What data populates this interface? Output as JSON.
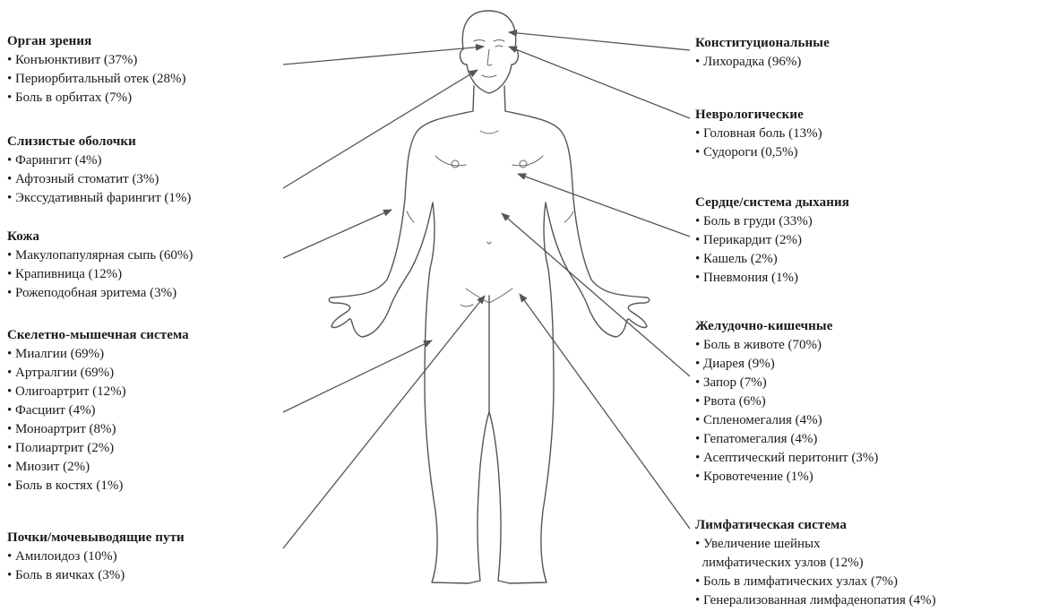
{
  "groups": {
    "eye": {
      "title": "Орган зрения",
      "items": [
        "Конъюнктивит (37%)",
        "Периорбитальный отек (28%)",
        "Боль в орбитах (7%)"
      ]
    },
    "mucosa": {
      "title": "Слизистые оболочки",
      "items": [
        "Фарингит (4%)",
        "Афтозный стоматит (3%)",
        "Экссудативный фарингит (1%)"
      ]
    },
    "skin": {
      "title": "Кожа",
      "items": [
        "Макулопапулярная сыпь (60%)",
        "Крапивница (12%)",
        "Рожеподобная эритема (3%)"
      ]
    },
    "musculo": {
      "title": "Скелетно-мышечная система",
      "items": [
        "Миалгии (69%)",
        "Артралгии (69%)",
        "Олигоартрит (12%)",
        "Фасциит (4%)",
        "Моноартрит (8%)",
        "Полиартрит (2%)",
        "Миозит (2%)",
        "Боль в костях (1%)"
      ]
    },
    "kidney": {
      "title": "Почки/мочевыводящие пути",
      "items": [
        "Амилоидоз (10%)",
        "Боль в яичках (3%)"
      ]
    },
    "constitutional": {
      "title": "Конституциональные",
      "items": [
        "Лихорадка (96%)"
      ]
    },
    "neuro": {
      "title": "Неврологические",
      "items": [
        "Головная боль (13%)",
        "Судороги (0,5%)"
      ]
    },
    "cardio": {
      "title": "Сердце/система дыхания",
      "items": [
        "Боль в груди (33%)",
        "Перикардит (2%)",
        "Кашель (2%)",
        "Пневмония (1%)"
      ]
    },
    "gi": {
      "title": "Желудочно-кишечные",
      "items": [
        "Боль в животе (70%)",
        "Диарея (9%)",
        "Запор (7%)",
        "Рвота (6%)",
        "Спленомегалия (4%)",
        "Гепатомегалия (4%)",
        "Асептический перитонит (3%)",
        "Кровотечение (1%)"
      ]
    },
    "lymph": {
      "title": "Лимфатическая система",
      "items": [
        "Увеличение шейных",
        "лимфатических узлов (12%)",
        "Боль в лимфатических узлах (7%)",
        "Генерализованная лимфаденопатия (4%)"
      ]
    }
  }
}
